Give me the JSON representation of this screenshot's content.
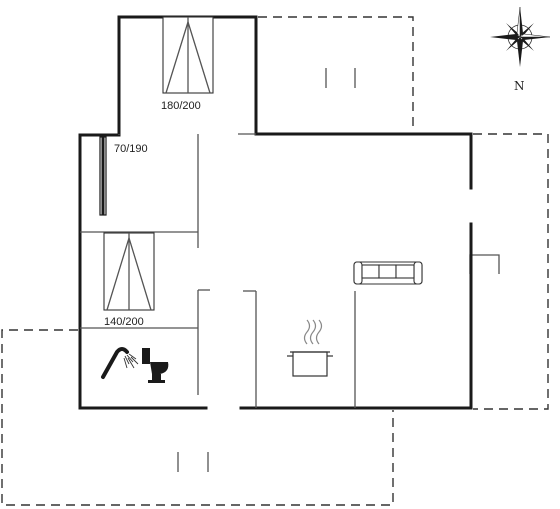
{
  "labels": {
    "bed_top": "180/200",
    "bed_side": "70/190",
    "bed_bottom": "140/200",
    "compass_letter": "N"
  },
  "icons": [
    "compass-rose-icon",
    "sofa-icon",
    "cooking-pot-icon",
    "shower-icon",
    "toilet-icon"
  ]
}
